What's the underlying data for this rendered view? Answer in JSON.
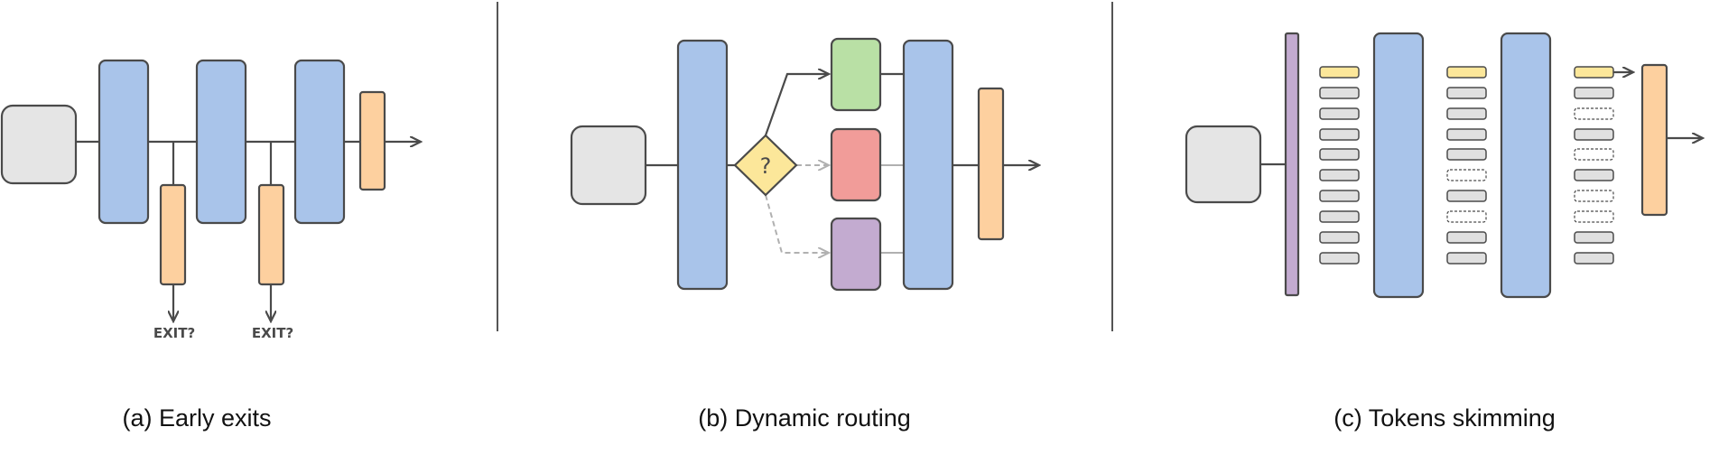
{
  "panels": [
    {
      "caption": "(a) Early exits",
      "exit_labels": [
        "EXIT?",
        "EXIT?"
      ]
    },
    {
      "caption": "(b) Dynamic routing",
      "router_symbol": "?"
    },
    {
      "caption": "(c) Tokens skimming"
    }
  ],
  "colors": {
    "input": "#e5e5e5",
    "block": "#a9c4ea",
    "exit_head": "#fdd09f",
    "router": "#fce79a",
    "expert_green": "#b9e0a5",
    "expert_red": "#f19c99",
    "expert_purple": "#c3abd0",
    "embed": "#c3abd0",
    "token_kept": "#e0e0e0",
    "token_selected": "#fce79a",
    "stroke": "#4a4a4a",
    "inactive": "#b0b0b0"
  }
}
